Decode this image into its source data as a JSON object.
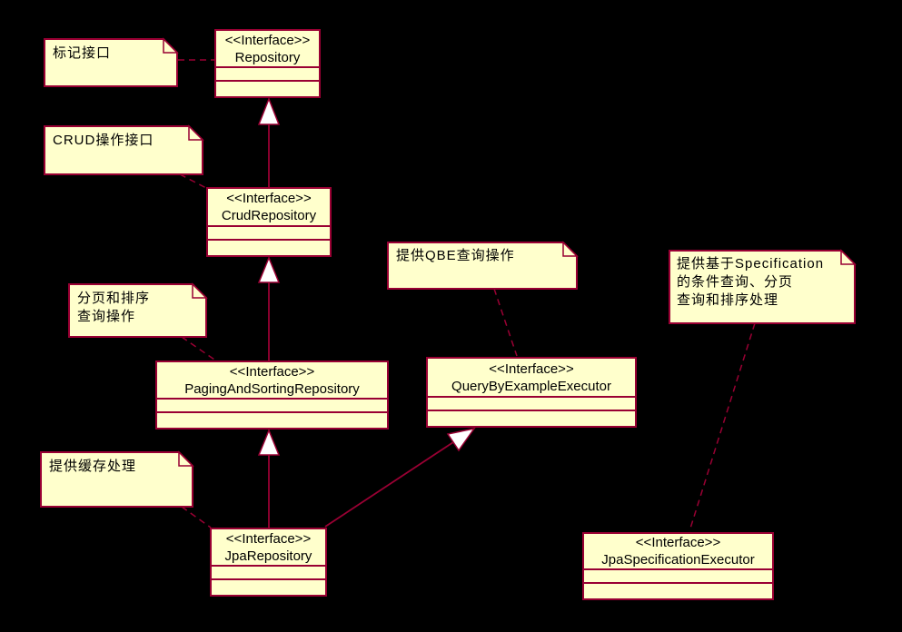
{
  "diagram": {
    "type": "uml-class-diagram",
    "colors": {
      "background": "#000000",
      "shape_fill": "#FFFFCC",
      "shape_border": "#990033",
      "connector": "#990033",
      "arrowhead_fill": "#FFFFFF",
      "text": "#000000"
    },
    "classes": [
      {
        "stereotype": "<<Interface>>",
        "name": "Repository"
      },
      {
        "stereotype": "<<Interface>>",
        "name": "CrudRepository"
      },
      {
        "stereotype": "<<Interface>>",
        "name": "PagingAndSortingRepository"
      },
      {
        "stereotype": "<<Interface>>",
        "name": "QueryByExampleExecutor"
      },
      {
        "stereotype": "<<Interface>>",
        "name": "JpaRepository"
      },
      {
        "stereotype": "<<Interface>>",
        "name": "JpaSpecificationExecutor"
      }
    ],
    "notes": [
      {
        "text": "标记接口",
        "attached_to": "Repository"
      },
      {
        "text": "CRUD操作接口",
        "attached_to": "CrudRepository"
      },
      {
        "text": "分页和排序\n查询操作",
        "attached_to": "PagingAndSortingRepository"
      },
      {
        "text": "提供QBE查询操作",
        "attached_to": "QueryByExampleExecutor"
      },
      {
        "text": "提供基于Specification\n的条件查询、分页\n查询和排序处理",
        "attached_to": "JpaSpecificationExecutor"
      },
      {
        "text": "提供缓存处理",
        "attached_to": "JpaRepository"
      }
    ],
    "relationships": [
      {
        "type": "generalization",
        "from": "CrudRepository",
        "to": "Repository"
      },
      {
        "type": "generalization",
        "from": "PagingAndSortingRepository",
        "to": "CrudRepository"
      },
      {
        "type": "generalization",
        "from": "JpaRepository",
        "to": "PagingAndSortingRepository"
      },
      {
        "type": "generalization",
        "from": "JpaRepository",
        "to": "QueryByExampleExecutor"
      }
    ]
  }
}
